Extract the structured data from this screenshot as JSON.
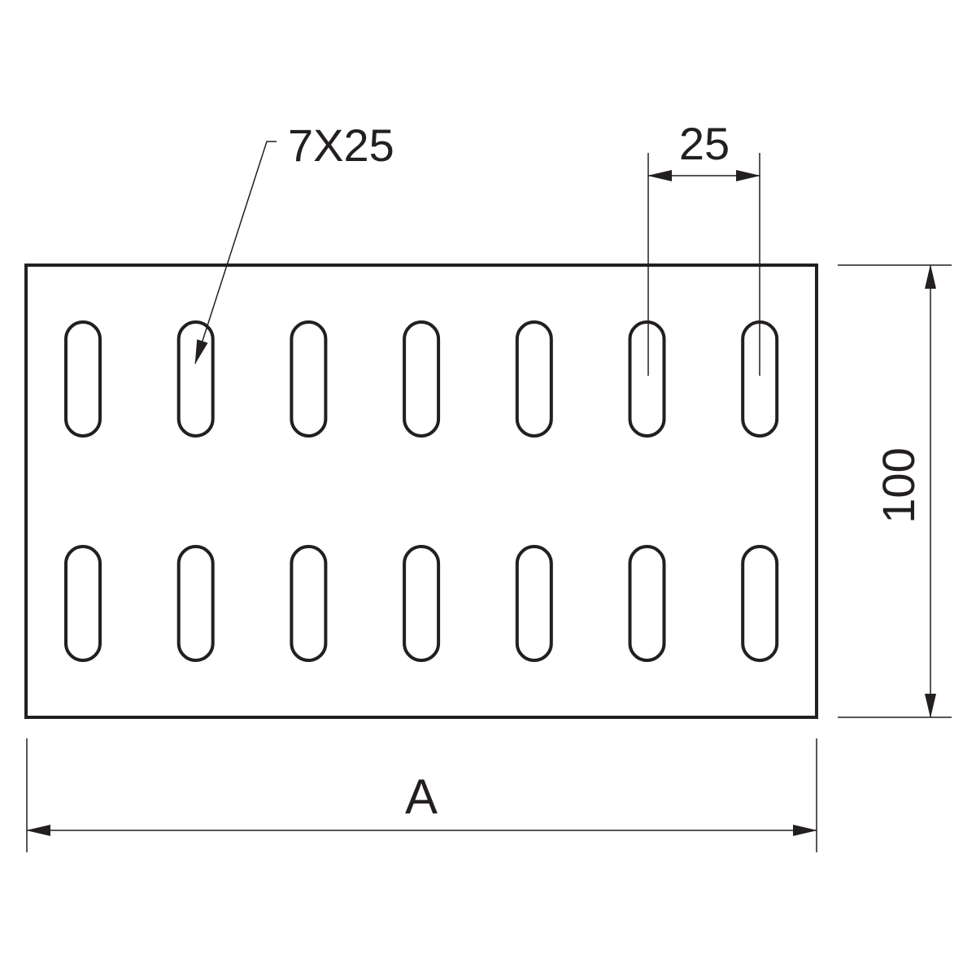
{
  "drawing": {
    "slot_label": "7X25",
    "pitch_label": "25",
    "height_label": "100",
    "length_label": "A",
    "slots_per_row": 7,
    "rows": 2,
    "line_color": "#231f20"
  }
}
